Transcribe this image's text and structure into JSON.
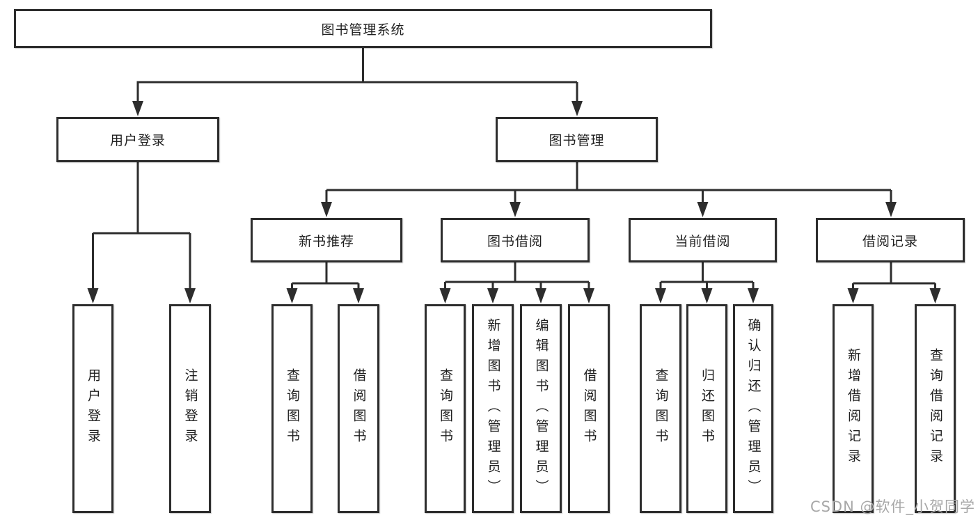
{
  "diagram": {
    "type": "hierarchy-tree",
    "root": {
      "label": "图书管理系统",
      "children": [
        {
          "label": "用户登录",
          "children": [
            {
              "label": "用户登录"
            },
            {
              "label": "注销登录"
            }
          ]
        },
        {
          "label": "图书管理",
          "children": [
            {
              "label": "新书推荐",
              "children": [
                {
                  "label": "查询图书"
                },
                {
                  "label": "借阅图书"
                }
              ]
            },
            {
              "label": "图书借阅",
              "children": [
                {
                  "label": "查询图书"
                },
                {
                  "label": "新增图书（管理员）"
                },
                {
                  "label": "编辑图书（管理员）"
                },
                {
                  "label": "借阅图书"
                }
              ]
            },
            {
              "label": "当前借阅",
              "children": [
                {
                  "label": "查询图书"
                },
                {
                  "label": "归还图书"
                },
                {
                  "label": "确认归还（管理员）"
                }
              ]
            },
            {
              "label": "借阅记录",
              "children": [
                {
                  "label": "新增借阅记录"
                },
                {
                  "label": "查询借阅记录"
                }
              ]
            }
          ]
        }
      ]
    },
    "colors": {
      "line": "#2d2d2d",
      "box_border": "#2d2d2d",
      "box_fill": "#ffffff",
      "text": "#1f1f1f",
      "watermark": "#a8a8a8"
    }
  },
  "watermark": {
    "text": "CSDN @软件_小贺同学"
  }
}
